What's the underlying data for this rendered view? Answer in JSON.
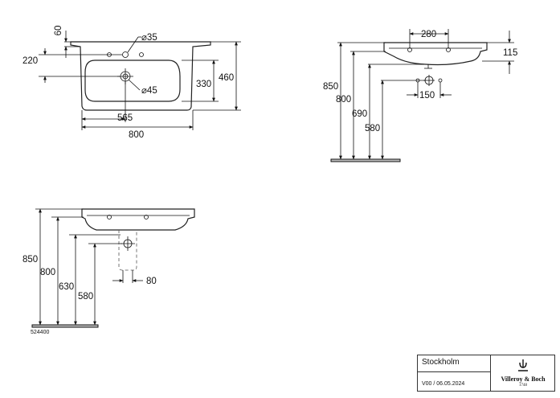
{
  "top_view": {
    "dims": {
      "rim_depth": "60",
      "tap_hole_diameter": "⌀35",
      "tap_hole_offset": "220",
      "waste_diameter": "⌀45",
      "bowl_depth": "330",
      "overall_depth": "460",
      "bowl_offset": "565",
      "overall_width": "800"
    }
  },
  "side_view": {
    "dims": {
      "tap_spacing": "280",
      "rim_height": "115",
      "top_height": "850",
      "underside_height": "800",
      "waste_height": "690",
      "siphon_height": "580",
      "waste_offset": "150"
    }
  },
  "front_view": {
    "dims": {
      "top_height": "850",
      "underside_height": "800",
      "pedestal_height": "630",
      "siphon_height": "580",
      "pedestal_offset": "80"
    },
    "article_number": "524400"
  },
  "title_block": {
    "product_name": "Stockholm",
    "version": "V00 / 06.05.2024",
    "logo_text": "Villeroy & Boch",
    "logo_year": "1748"
  }
}
